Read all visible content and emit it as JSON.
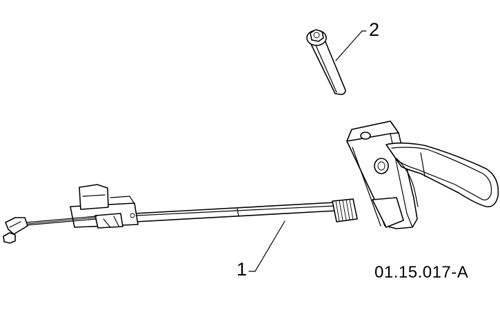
{
  "diagram": {
    "callouts": [
      {
        "id": "1",
        "text": "1"
      },
      {
        "id": "2",
        "text": "2"
      }
    ],
    "figure_number": "01.15.017-A"
  }
}
